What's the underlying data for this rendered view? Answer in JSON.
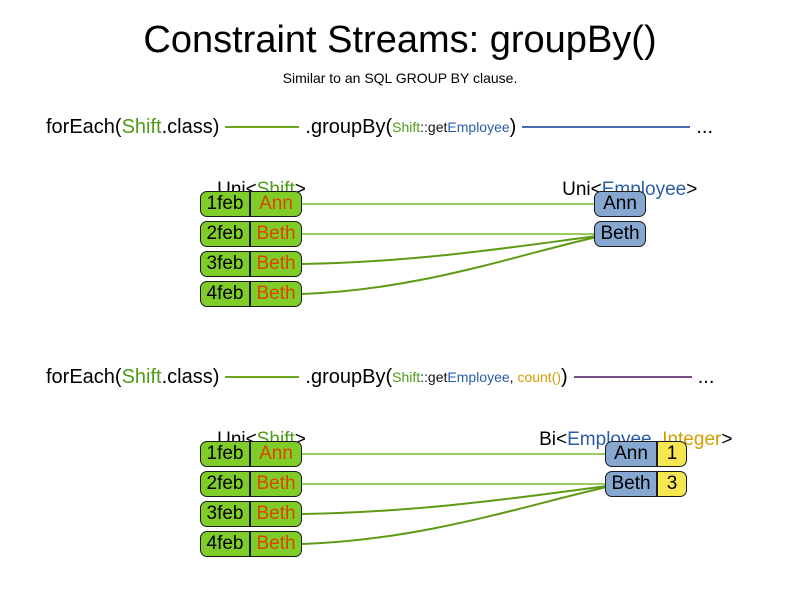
{
  "header": {
    "title": "Constraint Streams: groupBy()",
    "subtitle": "Similar to an SQL GROUP BY clause."
  },
  "colors": {
    "shift_box": "#80cc28",
    "employee_box": "#86a8d0",
    "count_box": "#f6e650",
    "shift_text": "#dd4400",
    "green_token": "#4f9a18",
    "blue_token": "#2a5caa",
    "gold_token": "#d39d00",
    "green_line": "#6aa818",
    "blue_line": "#4a6cae",
    "purple_line": "#7a4a86"
  },
  "sections": [
    {
      "id": "groupby-single",
      "code": {
        "for_each_prefix": "forEach(",
        "for_each_class": "Shift",
        "for_each_suffix": ".class)",
        "group_by_prefix": ".groupBy(",
        "ref_owner": "Shift",
        "ref_sep": "::get",
        "ref_prop": "Employee",
        "group_by_suffix": ")",
        "ellipsis": "..."
      },
      "left_label": {
        "prefix": "Uni<",
        "generic": "Shift",
        "suffix": ">"
      },
      "right_label": {
        "prefix": "Uni<",
        "generic": "Employee",
        "suffix": ">"
      },
      "shifts": [
        {
          "date": "1feb",
          "employee": "Ann"
        },
        {
          "date": "2feb",
          "employee": "Beth"
        },
        {
          "date": "3feb",
          "employee": "Beth"
        },
        {
          "date": "4feb",
          "employee": "Beth"
        }
      ],
      "outputs": [
        {
          "employee": "Ann"
        },
        {
          "employee": "Beth"
        }
      ]
    },
    {
      "id": "groupby-count",
      "code": {
        "for_each_prefix": "forEach(",
        "for_each_class": "Shift",
        "for_each_suffix": ".class)",
        "group_by_prefix": ".groupBy(",
        "ref_owner": "Shift",
        "ref_sep": "::get",
        "ref_prop": "Employee",
        "arg_sep": ", ",
        "collector": "count()",
        "group_by_suffix": ")",
        "ellipsis": "..."
      },
      "left_label": {
        "prefix": "Uni<",
        "generic": "Shift",
        "suffix": ">"
      },
      "right_label": {
        "prefix": "Bi<",
        "generic": "Employee",
        "sep": ", ",
        "generic2": "Integer",
        "suffix": ">"
      },
      "shifts": [
        {
          "date": "1feb",
          "employee": "Ann"
        },
        {
          "date": "2feb",
          "employee": "Beth"
        },
        {
          "date": "3feb",
          "employee": "Beth"
        },
        {
          "date": "4feb",
          "employee": "Beth"
        }
      ],
      "outputs": [
        {
          "employee": "Ann",
          "count": "1"
        },
        {
          "employee": "Beth",
          "count": "3"
        }
      ]
    }
  ]
}
